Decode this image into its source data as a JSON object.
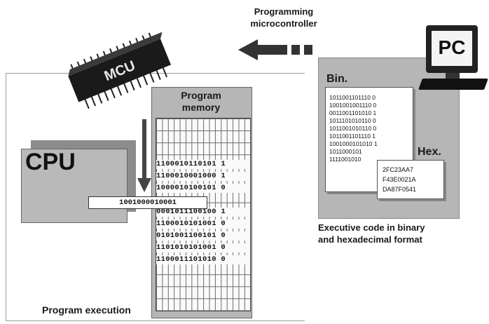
{
  "title_line1": "Programming",
  "title_line2": "microcontroller",
  "mcu_label": "MCU",
  "program_memory_line1": "Program",
  "program_memory_line2": "memory",
  "cpu_label": "CPU",
  "memory_rows": [
    "1100010110101 1",
    "1100010001000 1",
    "1000010100101 0",
    "0001011100100 1",
    "1100010101001 0",
    "0101001100101 0",
    "1101010101001 0",
    "1100011101010 0"
  ],
  "fetched_instruction": "1001000010001",
  "program_execution_label": "Program execution",
  "bin_label": "Bin.",
  "hex_label": "Hex.",
  "bin_lines": [
    "1011001101110 0",
    "1001001001110 0",
    "0011001101010 1",
    "1011101010110 0",
    "1011001010110 0",
    "1011001101110 1",
    "1001000101010 1",
    "1011000101",
    "1111001010"
  ],
  "hex_lines": [
    "2FC23AA7",
    "F43E0021A",
    "DA87F0541"
  ],
  "executive_caption_line1": "Executive code in binary",
  "executive_caption_line2": "and hexadecimal format",
  "pc_label": "PC"
}
